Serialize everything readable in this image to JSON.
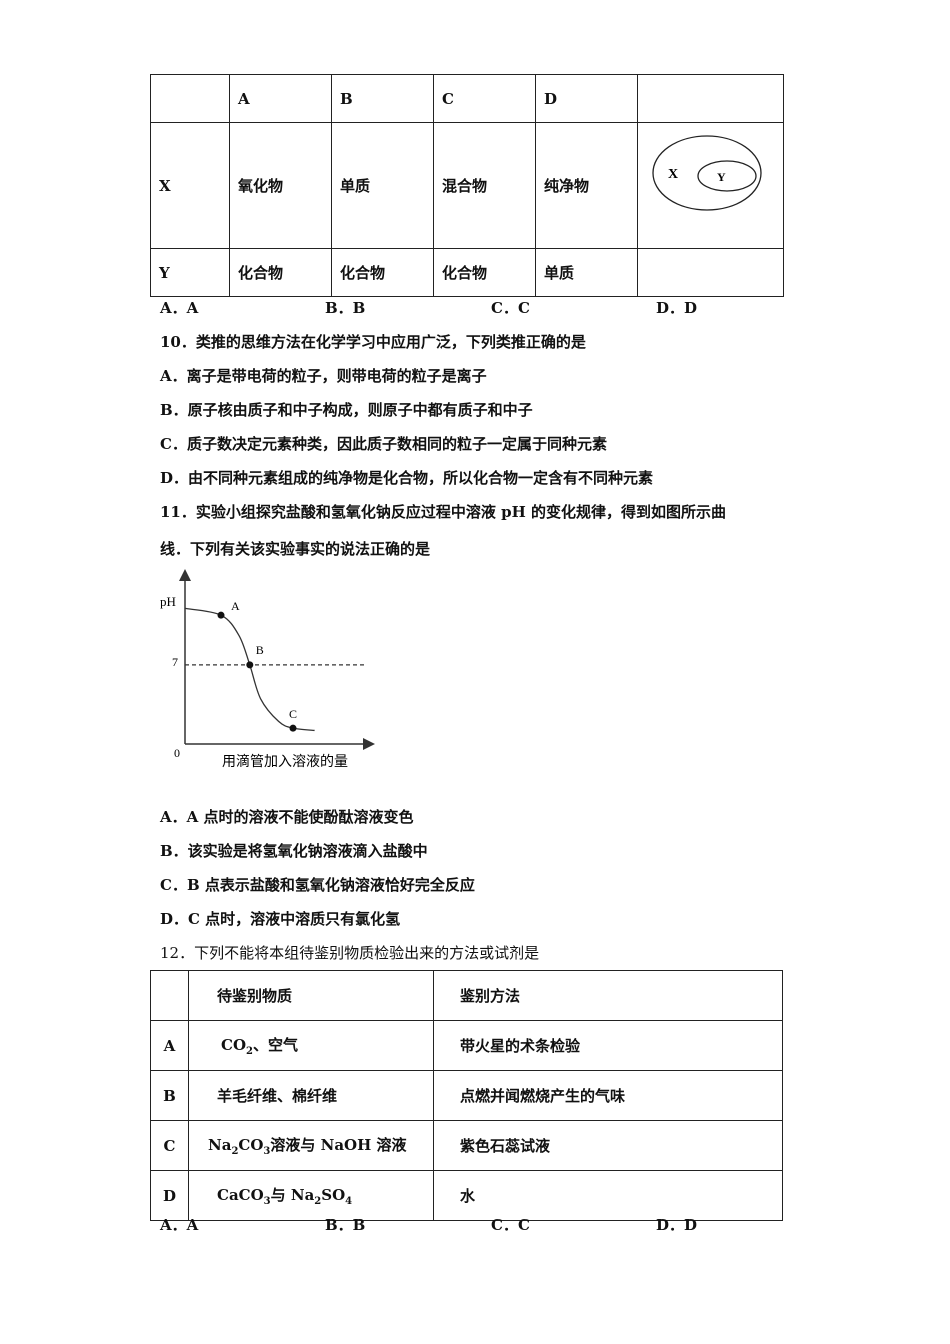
{
  "q9": {
    "table": {
      "header": [
        "",
        "A",
        "B",
        "C",
        "D",
        ""
      ],
      "row_x": [
        "X",
        "氧化物",
        "单质",
        "混合物",
        "纯净物"
      ],
      "row_y": [
        "Y",
        "化合物",
        "化合物",
        "化合物",
        "单质"
      ],
      "diagram": {
        "outer_label": "X",
        "inner_label": "Y"
      }
    },
    "options": [
      "A．A",
      "B．B",
      "C．C",
      "D．D"
    ]
  },
  "q10": {
    "stem": "10．类推的思维方法在化学学习中应用广泛，下列类推正确的是",
    "options": [
      "A．离子是带电荷的粒子，则带电荷的粒子是离子",
      "B．原子核由质子和中子构成，则原子中都有质子和中子",
      "C．质子数决定元素种类，因此质子数相同的粒子一定属于同种元素",
      "D．由不同种元素组成的纯净物是化合物，所以化合物一定含有不同种元素"
    ]
  },
  "q11": {
    "stem_line1": "11．实验小组探究盐酸和氢氧化钠反应过程中溶液 pH 的变化规律，得到如图所示曲",
    "stem_line2": "线．下列有关该实验事实的说法正确的是",
    "chart_data": {
      "type": "line",
      "ylabel": "pH",
      "xlabel": "用滴管加入溶液的量",
      "origin_label": "0",
      "reference_line": {
        "y": 7,
        "label": "7",
        "style": "dashed"
      },
      "points": [
        {
          "label": "A",
          "x": 1.0,
          "y": 11.4
        },
        {
          "label": "B",
          "x": 1.8,
          "y": 7
        },
        {
          "label": "C",
          "x": 3.0,
          "y": 1.4
        }
      ],
      "curve": [
        [
          0.0,
          12.0
        ],
        [
          1.0,
          11.4
        ],
        [
          1.5,
          9.6
        ],
        [
          1.8,
          7.0
        ],
        [
          2.1,
          4.0
        ],
        [
          2.6,
          2.0
        ],
        [
          3.0,
          1.4
        ],
        [
          3.6,
          1.2
        ]
      ],
      "xlim": [
        0,
        5
      ],
      "ylim": [
        0,
        14
      ]
    },
    "options": [
      "A．A 点时的溶液不能使酚酞溶液变色",
      "B．该实验是将氢氧化钠溶液滴入盐酸中",
      "C．B 点表示盐酸和氢氧化钠溶液恰好完全反应",
      "D．C 点时，溶液中溶质只有氯化氢"
    ]
  },
  "q12": {
    "stem": "12．下列不能将本组待鉴别物质检验出来的方法或试剂是",
    "table": {
      "headers": [
        "",
        "待鉴别物质",
        "鉴别方法"
      ],
      "rows": [
        {
          "key": "A",
          "item_parts": [
            "CO",
            "2",
            "、空气"
          ],
          "method": "带火星的术条检验"
        },
        {
          "key": "B",
          "item": "羊毛纤维、棉纤维",
          "method": "点燃并闻燃烧产生的气味"
        },
        {
          "key": "C",
          "item_parts": [
            "Na",
            "2",
            "CO",
            "3",
            "溶液与 NaOH 溶液"
          ],
          "method": "紫色石蕊试液"
        },
        {
          "key": "D",
          "item_parts": [
            "CaCO",
            "3",
            "与 Na",
            "2",
            "SO",
            "4"
          ],
          "method": "水"
        }
      ]
    },
    "options": [
      "A．A",
      "B．B",
      "C．C",
      "D．D"
    ]
  }
}
